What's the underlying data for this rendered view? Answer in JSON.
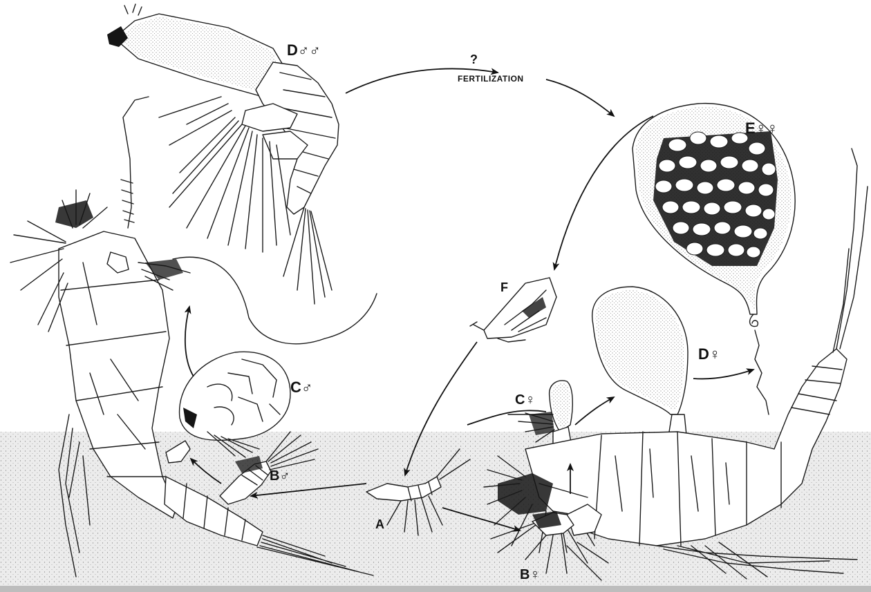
{
  "labels": {
    "d_male": "D♂♂",
    "question": "?",
    "fertilization": "FERTILIZATION",
    "e_female": "E♀♀",
    "f": "F",
    "c_male": "C♂",
    "d_female": "D♀",
    "c_female": "C♀",
    "b_male": "B♂",
    "a": "A",
    "b_female": "B♀"
  },
  "colors": {
    "ink": "#1a1a1a",
    "paper": "#ffffff",
    "sediment": "#d8d8d8"
  }
}
